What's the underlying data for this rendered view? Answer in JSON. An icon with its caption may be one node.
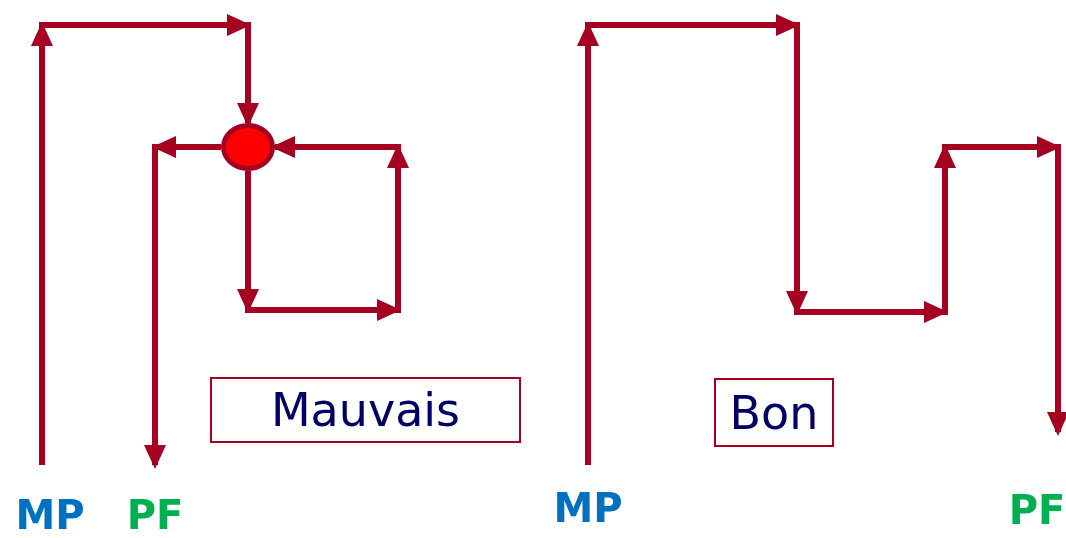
{
  "diagram": {
    "nodes": [
      {
        "text": [
          "MP"
        ]
      },
      {
        "text": [
          "PF"
        ]
      },
      {
        "text": [],
        "shape": "circle"
      },
      {
        "text": [
          "Mauvais"
        ]
      },
      {
        "text": [
          "MP"
        ]
      },
      {
        "text": [
          "Bon"
        ]
      },
      {
        "text": [
          "PF"
        ]
      }
    ],
    "edges": [
      {
        "from": 0,
        "to": 2,
        "arrow": "to"
      },
      {
        "from": 2,
        "to": 2,
        "arrow": "to"
      },
      {
        "from": 2,
        "to": 1,
        "arrow": "to"
      },
      {
        "from": 4,
        "to": 6,
        "arrow": "to"
      }
    ]
  }
}
